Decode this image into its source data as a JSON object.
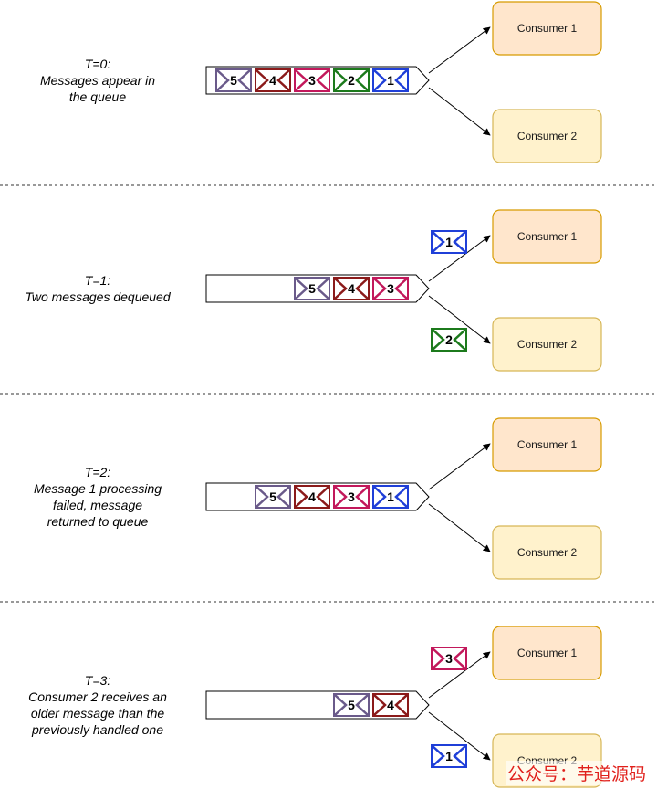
{
  "colors": {
    "consumer_1_fill": "#ffe6cc",
    "consumer_1_stroke": "#d79b00",
    "consumer_2_fill": "#fff2cc",
    "consumer_2_stroke": "#d6b656",
    "message_1": "#1f3fd8",
    "message_2": "#1c7a1c",
    "message_3": "#c2185b",
    "message_4": "#8b1a1a",
    "message_5": "#6a5a8a"
  },
  "icons": {
    "message": "envelope-icon"
  },
  "panels": [
    {
      "caption": [
        "T=0:",
        "Messages appear in",
        "the queue"
      ],
      "queue": [
        "5",
        "4",
        "3",
        "2",
        "1"
      ],
      "consumers": [
        {
          "label": "Consumer 1",
          "received": null
        },
        {
          "label": "Consumer 2",
          "received": null
        }
      ]
    },
    {
      "caption": [
        "T=1:",
        "Two messages dequeued"
      ],
      "queue": [
        "5",
        "4",
        "3"
      ],
      "consumers": [
        {
          "label": "Consumer 1",
          "received": "1"
        },
        {
          "label": "Consumer 2",
          "received": "2"
        }
      ]
    },
    {
      "caption": [
        "T=2:",
        "Message 1 processing",
        "failed, message",
        "returned to queue"
      ],
      "queue": [
        "5",
        "4",
        "3",
        "1"
      ],
      "consumers": [
        {
          "label": "Consumer 1",
          "received": null
        },
        {
          "label": "Consumer 2",
          "received": null
        }
      ]
    },
    {
      "caption": [
        "T=3:",
        "Consumer 2 receives an",
        "older message than the",
        "previously handled one"
      ],
      "queue": [
        "5",
        "4"
      ],
      "consumers": [
        {
          "label": "Consumer 1",
          "received": "3"
        },
        {
          "label": "Consumer 2",
          "received": "1"
        }
      ]
    }
  ],
  "watermark": "公众号：芋道源码"
}
